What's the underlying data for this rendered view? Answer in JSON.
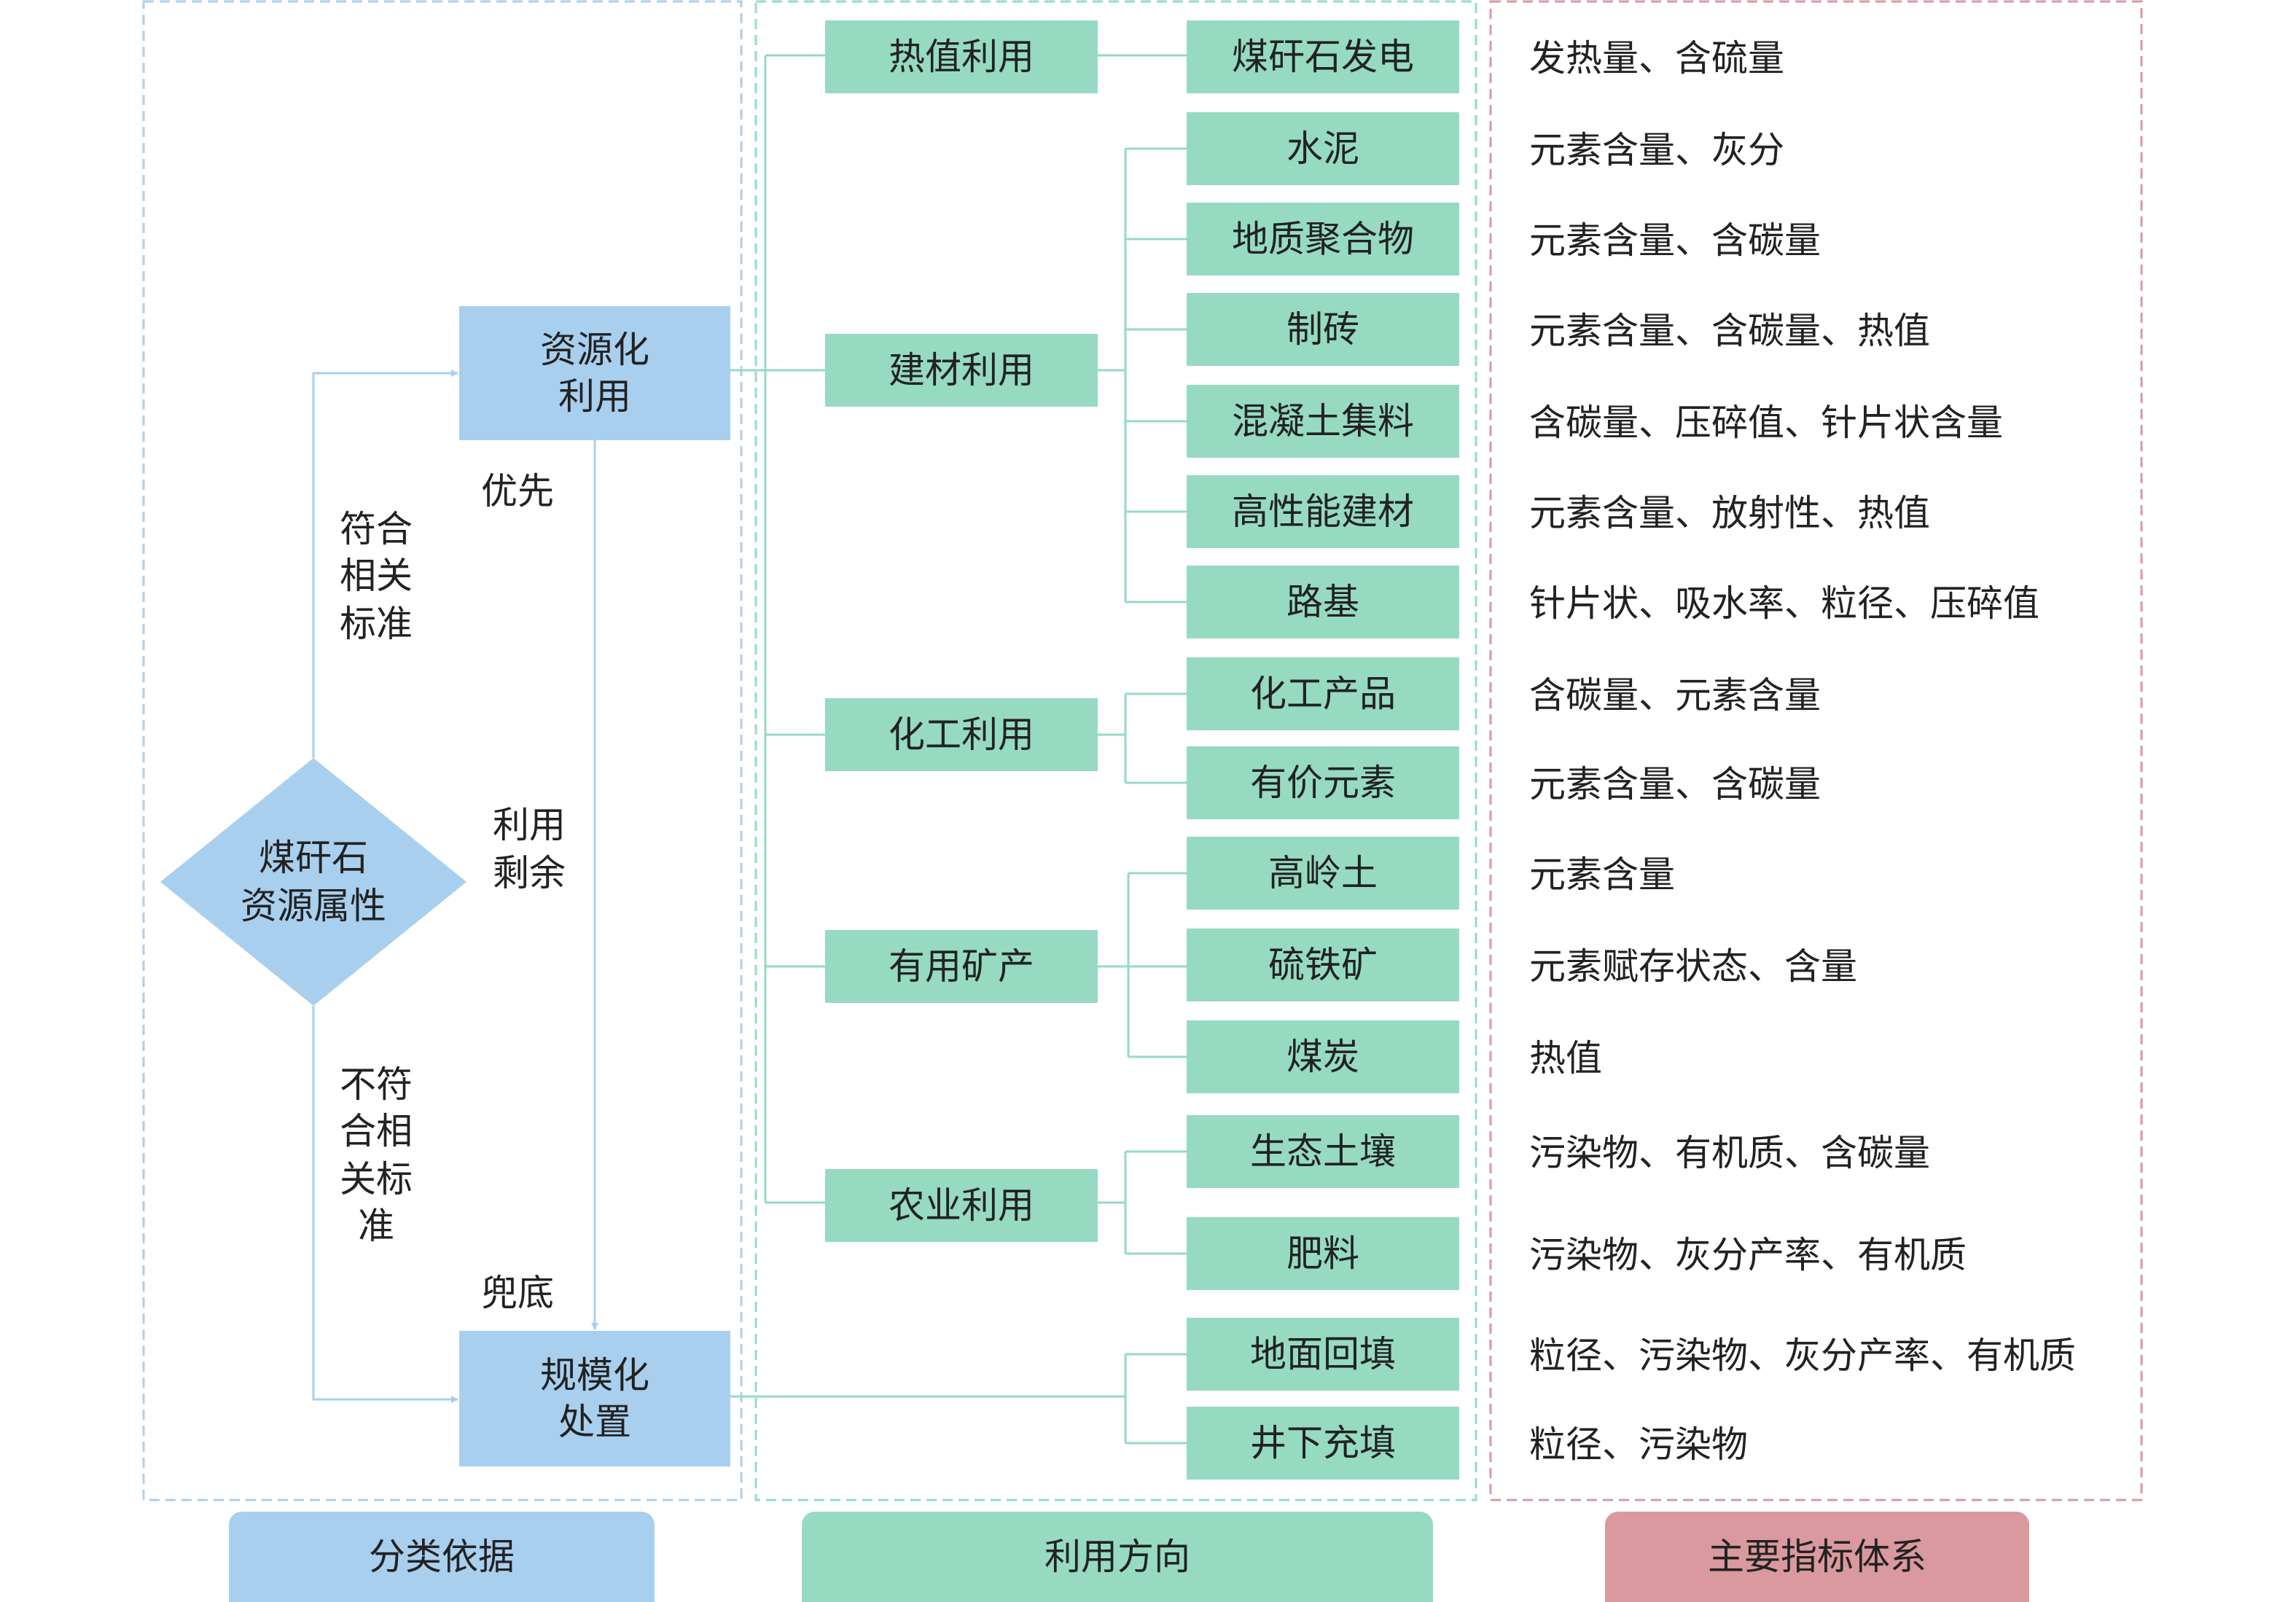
{
  "colors": {
    "classification": "#a9cfee",
    "direction": "#96dbc1",
    "indicator": "#d9999f",
    "text": "#222222"
  },
  "source": {
    "line1": "煤矸石",
    "line2": "资源属性"
  },
  "routes": {
    "resource": {
      "line1": "资源化",
      "line2": "利用"
    },
    "disposal": {
      "line1": "规模化",
      "line2": "处置"
    }
  },
  "edge_labels": {
    "priority": "优先",
    "compliant": [
      "符合",
      "相关",
      "标准"
    ],
    "surplus": [
      "利用",
      "剩余"
    ],
    "noncompliant": [
      "不符",
      "合相",
      "关标",
      "准"
    ],
    "fallback": "兜底"
  },
  "categories": [
    "热值利用",
    "建材利用",
    "化工利用",
    "有用矿产",
    "农业利用"
  ],
  "directions": [
    {
      "label": "煤矸石发电",
      "indicators": "发热量、含硫量"
    },
    {
      "label": "水泥",
      "indicators": "元素含量、灰分"
    },
    {
      "label": "地质聚合物",
      "indicators": "元素含量、含碳量"
    },
    {
      "label": "制砖",
      "indicators": "元素含量、含碳量、热值"
    },
    {
      "label": "混凝土集料",
      "indicators": "含碳量、压碎值、针片状含量"
    },
    {
      "label": "高性能建材",
      "indicators": "元素含量、放射性、热值"
    },
    {
      "label": "路基",
      "indicators": "针片状、吸水率、粒径、压碎值"
    },
    {
      "label": "化工产品",
      "indicators": "含碳量、元素含量"
    },
    {
      "label": "有价元素",
      "indicators": "元素含量、含碳量"
    },
    {
      "label": "高岭土",
      "indicators": "元素含量"
    },
    {
      "label": "硫铁矿",
      "indicators": "元素赋存状态、含量"
    },
    {
      "label": "煤炭",
      "indicators": "热值"
    },
    {
      "label": "生态土壤",
      "indicators": "污染物、有机质、含碳量"
    },
    {
      "label": "肥料",
      "indicators": "污染物、灰分产率、有机质"
    },
    {
      "label": "地面回填",
      "indicators": "粒径、污染物、灰分产率、有机质"
    },
    {
      "label": "井下充填",
      "indicators": "粒径、污染物"
    }
  ],
  "footer": {
    "classification": "分类依据",
    "direction": "利用方向",
    "indicator": "主要指标体系"
  }
}
